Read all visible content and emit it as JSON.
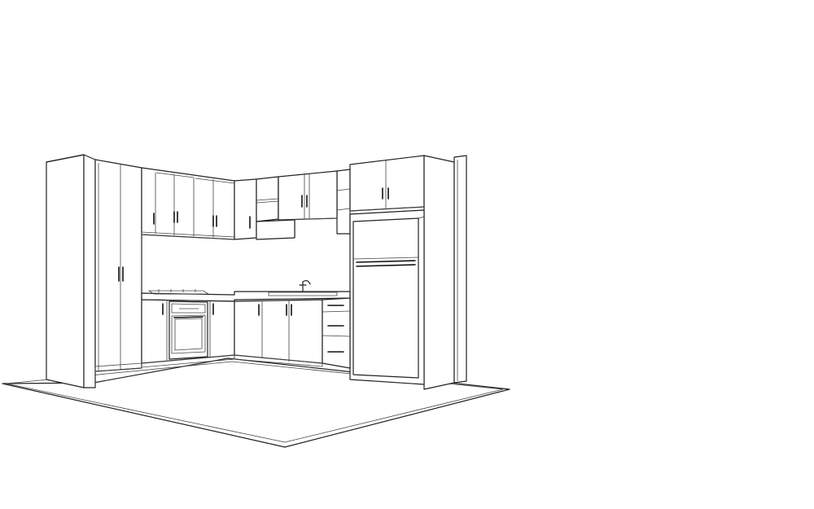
{
  "scene": {
    "stroke_color": "#222222",
    "background_color": "#ffffff",
    "render_style": "line-drawing",
    "items": [
      "floor",
      "left-wall-pillar",
      "right-wall-pillar",
      "tall-pantry-cabinet",
      "left-wall-cabinets",
      "corner-wall-cabinet",
      "open-shelf-units",
      "right-wall-cabinets",
      "fridge-overhead-cabinet",
      "refrigerator",
      "cooktop",
      "oven",
      "sink-and-tap",
      "base-cabinets",
      "drawer-stack"
    ]
  }
}
